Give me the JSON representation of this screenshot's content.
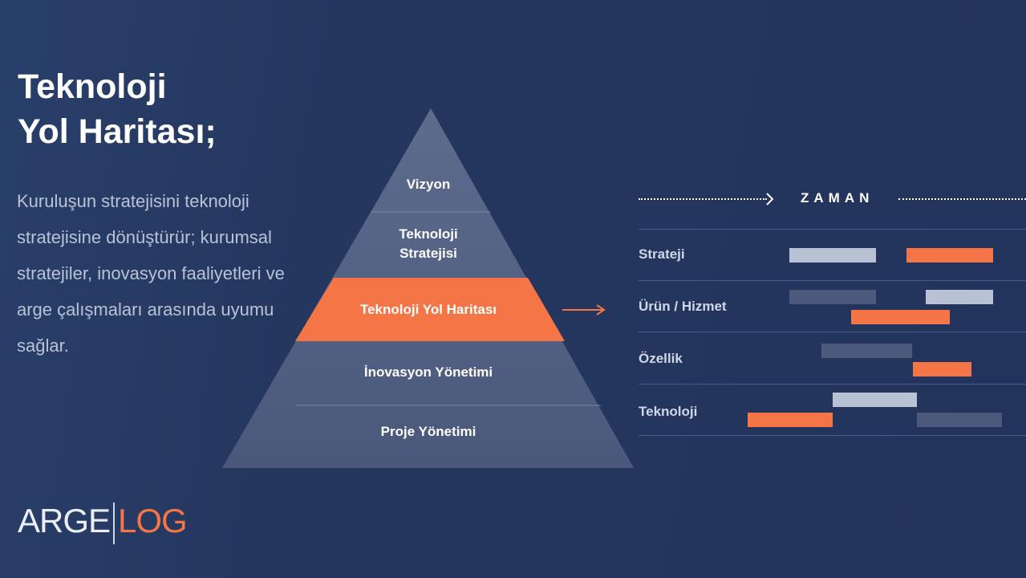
{
  "title": {
    "line1": "Teknoloji",
    "line2": "Yol Haritası;"
  },
  "description": "Kuruluşun stratejisini teknoloji stratejisine dönüştürür; kurumsal stratejiler, inovasyon faaliyetleri ve arge çalışmaları arasında uyumu sağlar.",
  "pyramid": {
    "levels": [
      {
        "label": "Vizyon"
      },
      {
        "label_line1": "Teknoloji",
        "label_line2": "Stratejisi"
      },
      {
        "label": "Teknoloji Yol Haritası",
        "highlighted": true
      },
      {
        "label": "İnovasyon Yönetimi"
      },
      {
        "label": "Proje Yönetimi"
      }
    ]
  },
  "timeline": {
    "header": "ZAMAN",
    "rows": [
      "Strateji",
      "Ürün / Hizmet",
      "Özellik",
      "Teknoloji"
    ]
  },
  "logo": {
    "left": "ARGE",
    "right": "LOG"
  },
  "colors": {
    "accent": "#f47545",
    "background": "#25375f"
  }
}
